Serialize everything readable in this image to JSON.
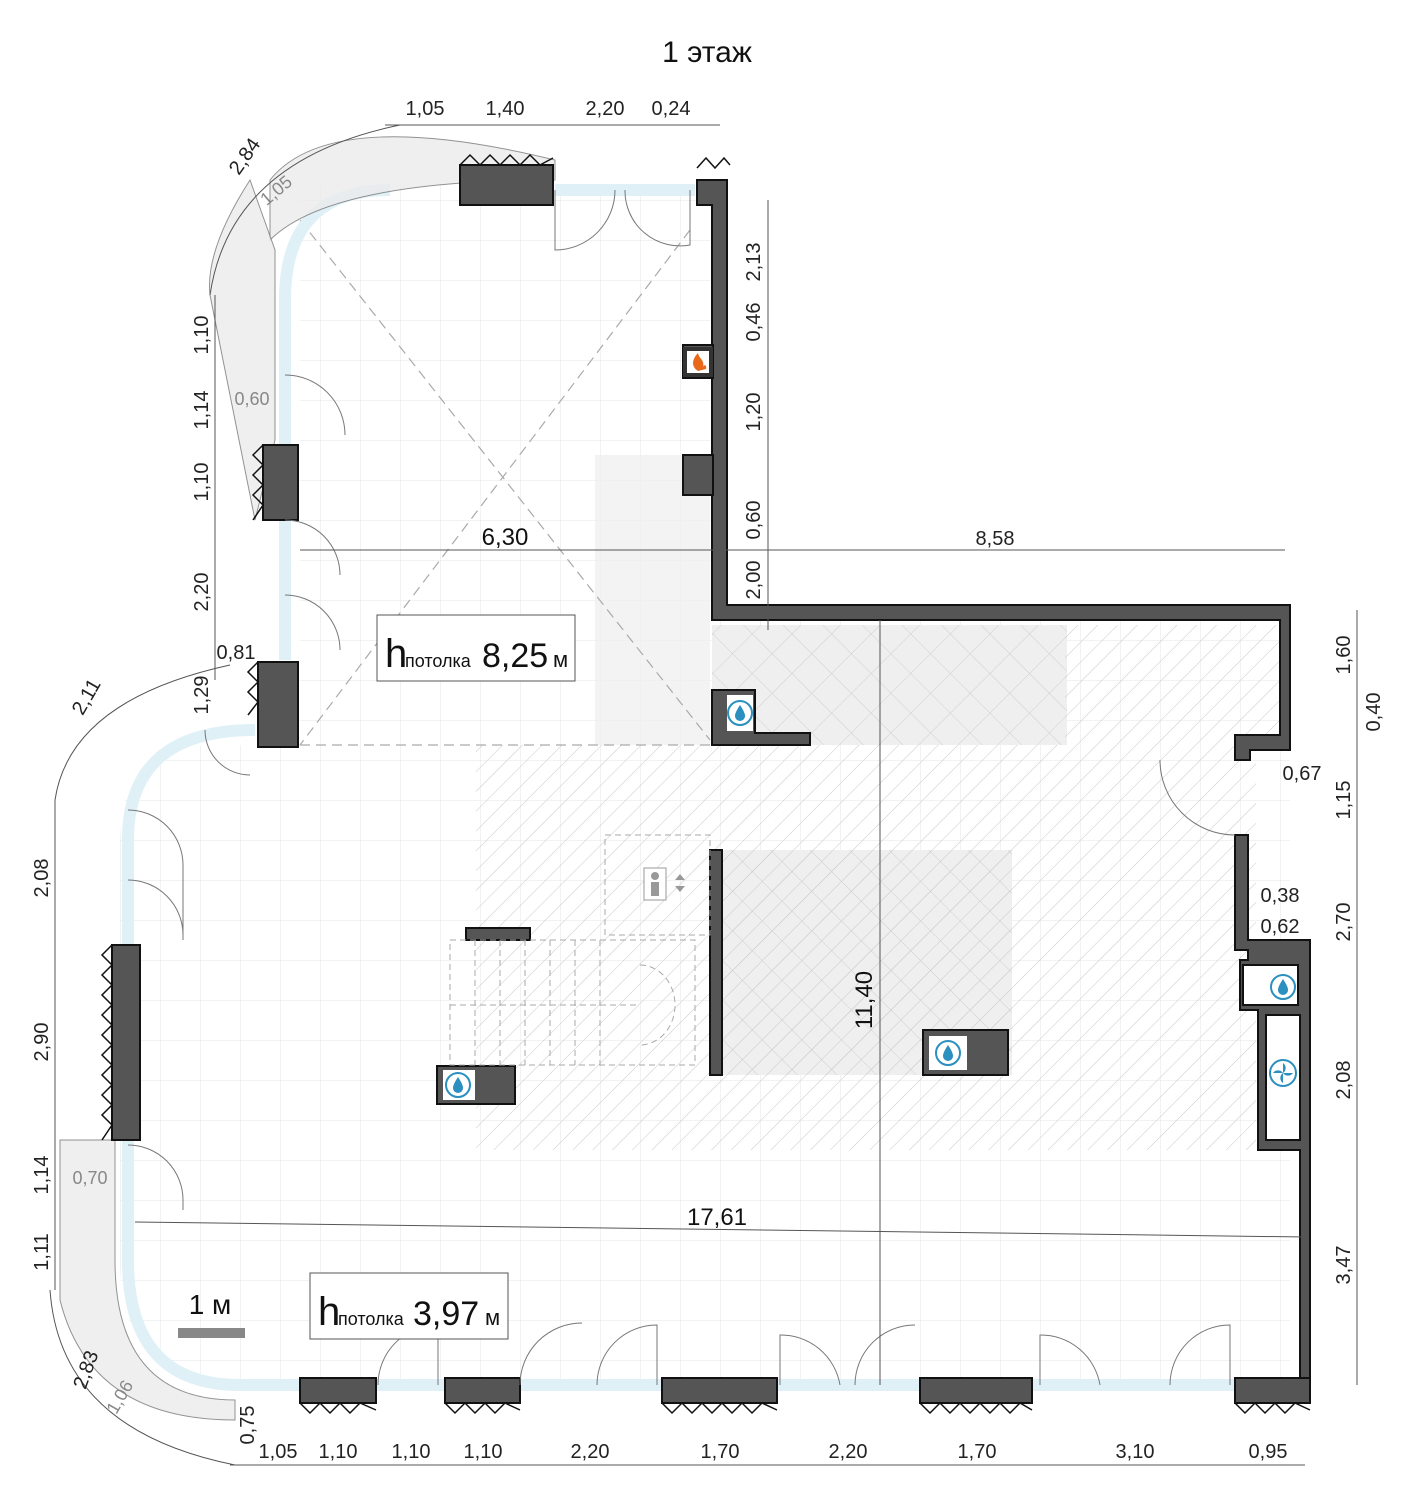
{
  "title": "1 этаж",
  "ceiling_upper": {
    "h": "h",
    "sub": "потолка",
    "value": "8,25",
    "unit": "м"
  },
  "ceiling_lower": {
    "h": "h",
    "sub": "потолка",
    "value": "3,97",
    "unit": "м"
  },
  "scale_label": "1 м",
  "dims": {
    "top": [
      "1,05",
      "1,40",
      "2,20",
      "0,24"
    ],
    "bottom": [
      "1,05",
      "1,10",
      "1,10",
      "1,10",
      "2,20",
      "1,70",
      "2,20",
      "1,70",
      "3,10",
      "0,95"
    ],
    "right_upper": [
      "2,13",
      "0,46",
      "1,20",
      "0,60",
      "2,00"
    ],
    "right_lower": [
      "1,60",
      "0,40",
      "0,67",
      "1,15",
      "0,38",
      "0,62",
      "2,70",
      "2,08",
      "3,47"
    ],
    "left": [
      "2,84",
      "1,05",
      "1,10",
      "1,14",
      "0,60",
      "1,10",
      "2,20",
      "0,81",
      "1,29",
      "2,11",
      "2,08",
      "2,90",
      "1,14",
      "0,70",
      "1,11",
      "2,83",
      "1,06",
      "0,75"
    ],
    "inner": [
      "6,30",
      "8,58",
      "11,40",
      "17,61"
    ]
  }
}
